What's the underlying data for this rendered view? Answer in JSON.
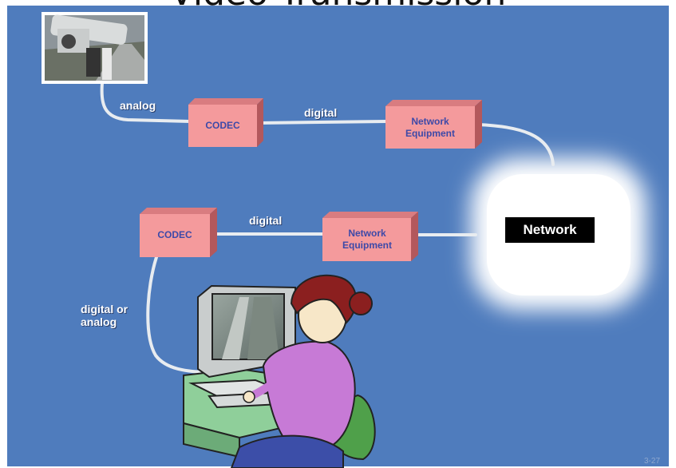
{
  "slide": {
    "title": "Video Transmission",
    "page_number": "3-27"
  },
  "diagram": {
    "label_analog": "analog",
    "label_digital_top": "digital",
    "label_digital_bottom": "digital",
    "label_digital_or_analog": "digital or analog",
    "codec_top": "CODEC",
    "codec_bottom": "CODEC",
    "network_equipment_top": "Network Equipment",
    "network_equipment_bottom": "Network Equipment",
    "network": "Network"
  },
  "colors": {
    "background": "#4f7cbd",
    "box_fill": "#f49a9c",
    "box_text": "#3d49a8",
    "network_cloud": "#ffffff"
  }
}
